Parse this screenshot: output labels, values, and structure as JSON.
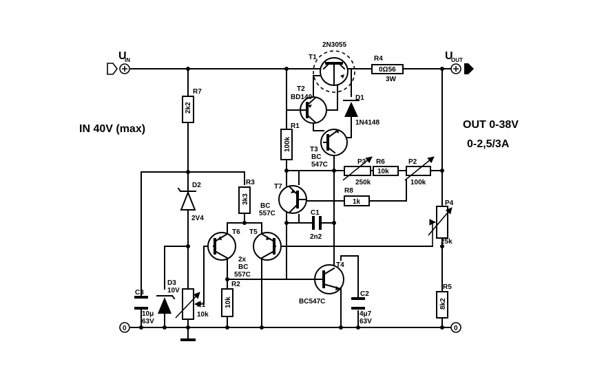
{
  "notes": {
    "input": "IN  40V (max)",
    "output_voltage": "OUT 0-38V",
    "output_current": "0-2,5/3A"
  },
  "terminals": {
    "u_in": "U",
    "u_in_sub": "IN",
    "u_out": "U",
    "u_out_sub": "OUT",
    "gnd_left": "0",
    "gnd_right": "0"
  },
  "components": {
    "T1": {
      "ref": "T1",
      "part": "2N3055"
    },
    "T2": {
      "ref": "T2",
      "part": "BD140"
    },
    "T3": {
      "ref": "T3",
      "part_1": "BC",
      "part_2": "547C"
    },
    "T4": {
      "ref": "T4",
      "part": "BC547C"
    },
    "T5": {
      "ref": "T5"
    },
    "T6": {
      "ref": "T6"
    },
    "T5T6": {
      "line1": "2x",
      "line2": "BC",
      "line3": "557C"
    },
    "T7": {
      "ref": "T7",
      "part_1": "BC",
      "part_2": "557C"
    },
    "D1": {
      "ref": "D1",
      "part": "1N4148"
    },
    "D2": {
      "ref": "D2",
      "part": "2V4"
    },
    "D3": {
      "ref": "D3",
      "part": "10V"
    },
    "R1": {
      "ref": "R1",
      "value": "100k"
    },
    "R2": {
      "ref": "R2",
      "value": "10k"
    },
    "R3": {
      "ref": "R3",
      "value": "3k3"
    },
    "R4": {
      "ref": "R4",
      "value": "0Ω56",
      "rating": "3W"
    },
    "R5": {
      "ref": "R5",
      "value": "8k2"
    },
    "R6": {
      "ref": "R6",
      "value": "10k"
    },
    "R7": {
      "ref": "R7",
      "value": "2k2"
    },
    "R8": {
      "ref": "R8",
      "value": "1k"
    },
    "P1": {
      "ref": "P1",
      "value": "10k"
    },
    "P2": {
      "ref": "P2",
      "value": "100k"
    },
    "P3": {
      "ref": "P3",
      "value": "250k"
    },
    "P4": {
      "ref": "P4",
      "value": "25k"
    },
    "C1": {
      "ref": "C1",
      "value": "2n2"
    },
    "C2": {
      "ref": "C2",
      "value": "4μ7",
      "rating": "63V"
    },
    "C3": {
      "ref": "C3",
      "value": "10μ",
      "rating": "63V"
    }
  }
}
